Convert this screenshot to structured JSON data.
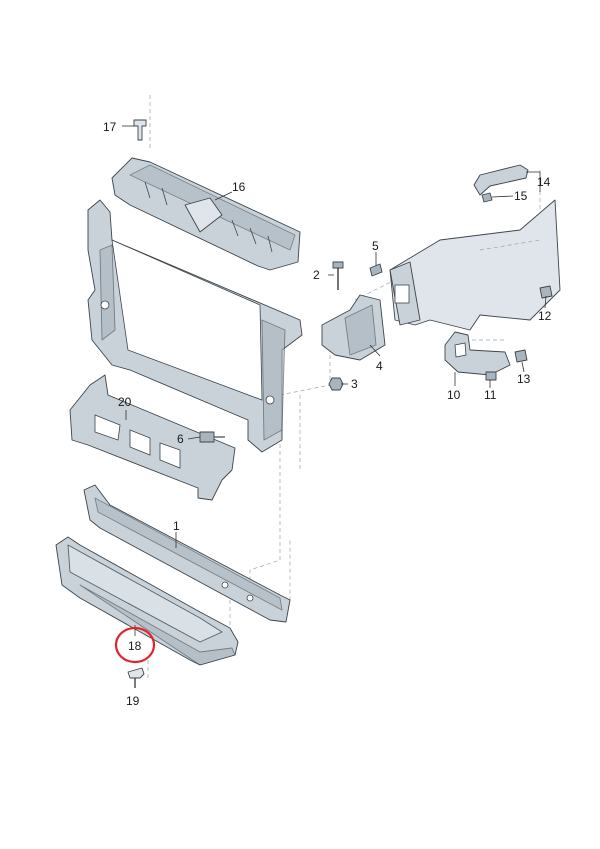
{
  "callouts": {
    "c1": "1",
    "c2": "2",
    "c3": "3",
    "c4": "4",
    "c5": "5",
    "c6": "6",
    "c10": "10",
    "c11": "11",
    "c12": "12",
    "c13": "13",
    "c14": "14",
    "c15": "15",
    "c16": "16",
    "c17": "17",
    "c18": "18",
    "c19": "19",
    "c20": "20"
  },
  "highlight": {
    "color": "#e0242a",
    "part": "18"
  },
  "colors": {
    "part_fill": "#c9d2d9",
    "outline": "#3d454b",
    "leader": "#333333"
  }
}
